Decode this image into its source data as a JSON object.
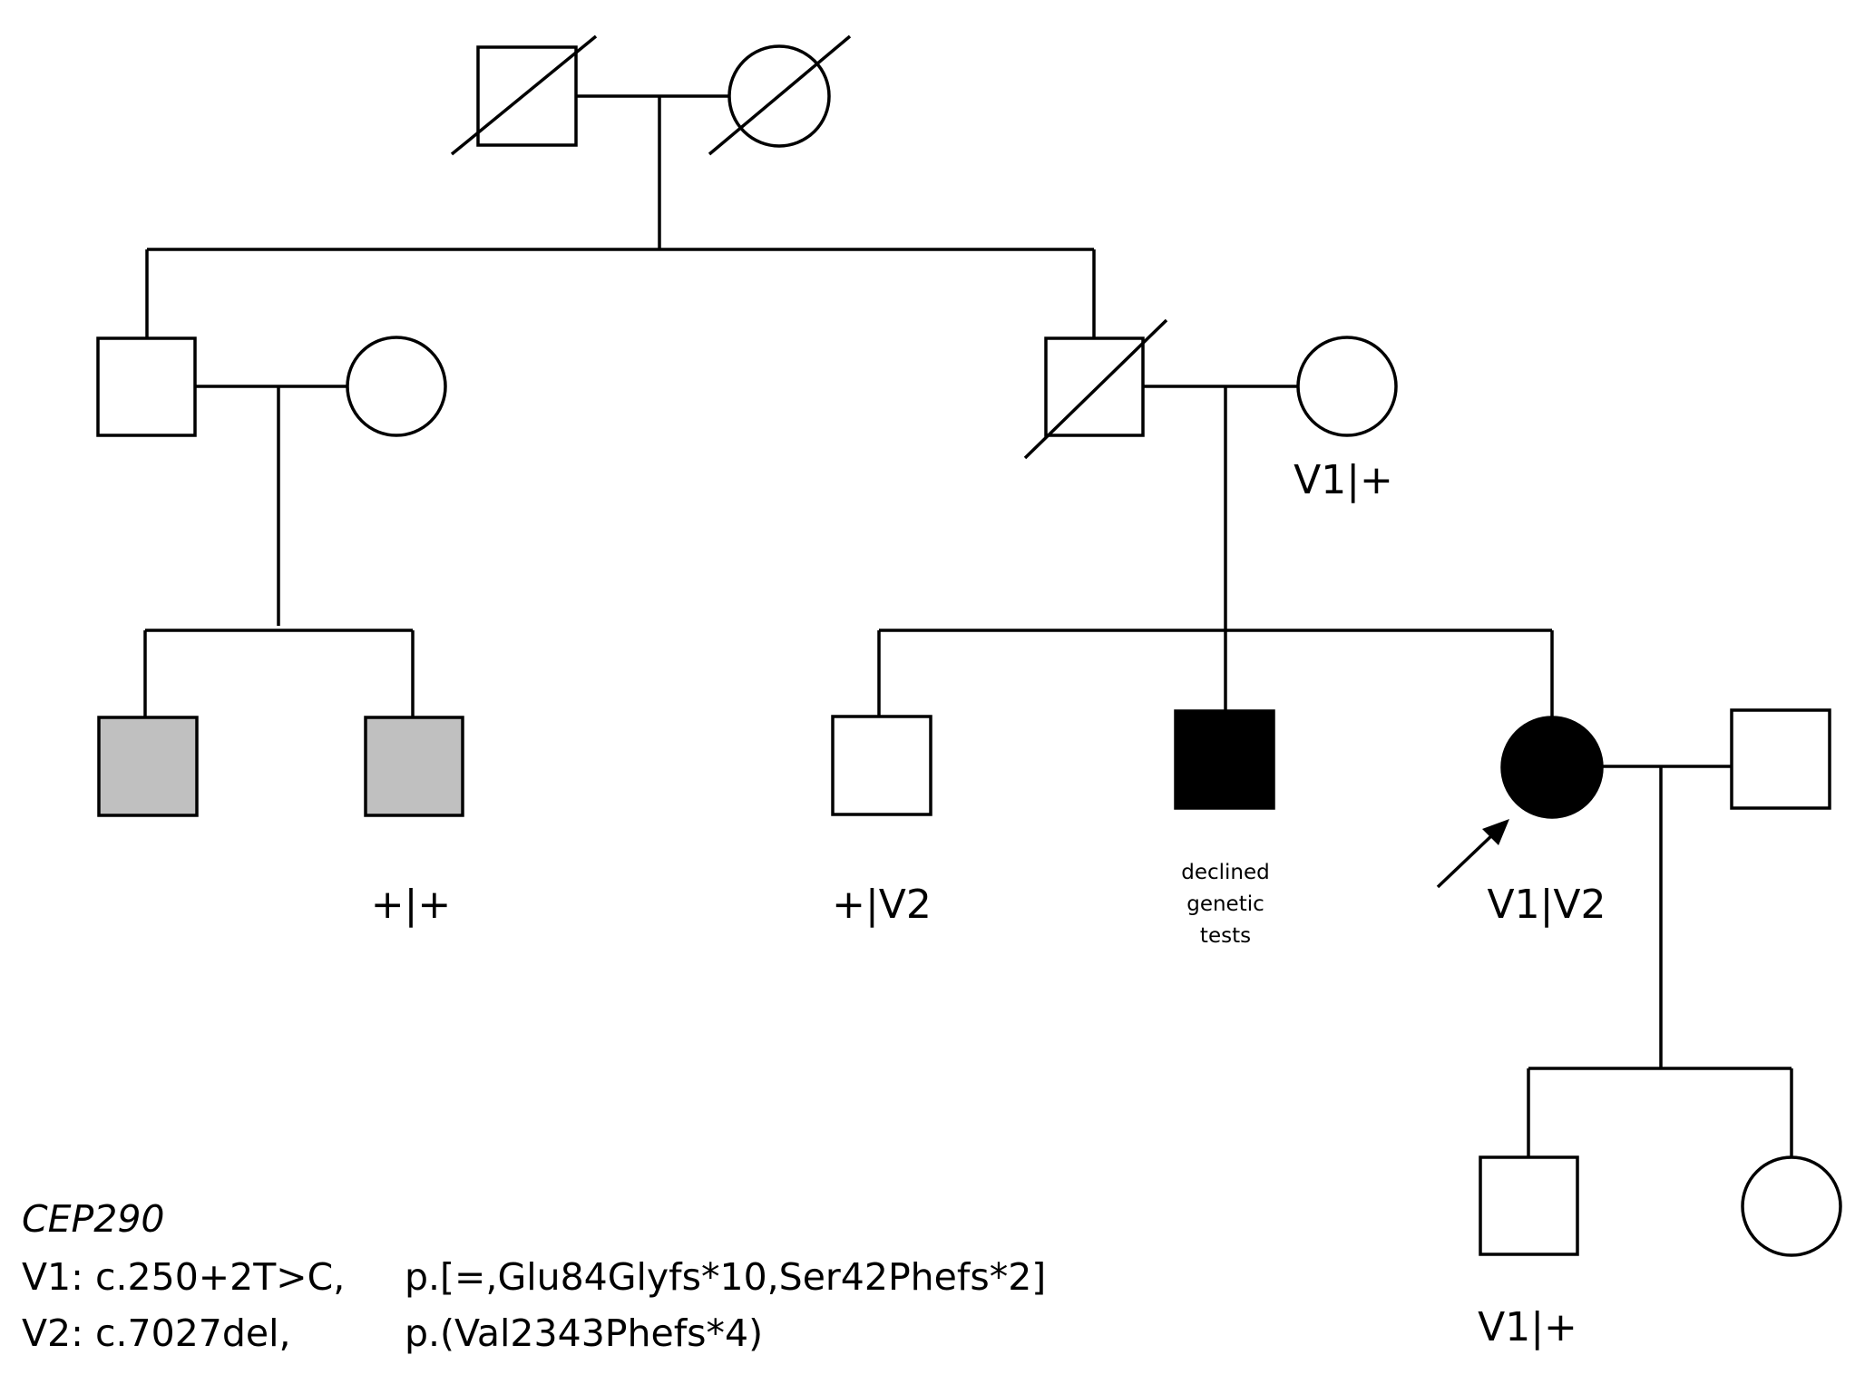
{
  "colors": {
    "affected": "#000000",
    "carrier_grey": "#c0c0c0",
    "unaffected": "#ffffff",
    "line": "#000000"
  },
  "individuals": {
    "gen1_male": {
      "sex": "male",
      "status": "deceased"
    },
    "gen1_female": {
      "sex": "female",
      "status": "deceased"
    },
    "gen2_left_male": {
      "sex": "male",
      "status": "unaffected"
    },
    "gen2_left_spouse_female": {
      "sex": "female",
      "status": "unaffected"
    },
    "gen2_right_male": {
      "sex": "male",
      "status": "deceased"
    },
    "gen2_right_spouse_female": {
      "sex": "female",
      "status": "unaffected",
      "genotype": "V1|+"
    },
    "gen3_cousin_1": {
      "sex": "male",
      "status": "grey"
    },
    "gen3_cousin_2": {
      "sex": "male",
      "status": "grey",
      "genotype": "+|+"
    },
    "gen3_brother": {
      "sex": "male",
      "status": "unaffected",
      "genotype": "+|V2"
    },
    "gen3_affected_brother": {
      "sex": "male",
      "status": "affected",
      "note_lines": [
        "declined",
        "genetic",
        "tests"
      ]
    },
    "gen3_proband": {
      "sex": "female",
      "status": "affected",
      "proband": true,
      "genotype": "V1|V2"
    },
    "gen3_proband_spouse": {
      "sex": "male",
      "status": "unaffected"
    },
    "gen4_son": {
      "sex": "male",
      "status": "unaffected",
      "genotype": "V1|+"
    },
    "gen4_daughter": {
      "sex": "female",
      "status": "unaffected"
    }
  },
  "legend": {
    "gene": "CEP290",
    "variants": [
      {
        "label": "V1: c.250+2T>C,",
        "protein": "p.[=,Glu84Glyfs*10,Ser42Phefs*2]"
      },
      {
        "label": "V2: c.7027del,",
        "protein": "p.(Val2343Phefs*4)"
      }
    ]
  }
}
